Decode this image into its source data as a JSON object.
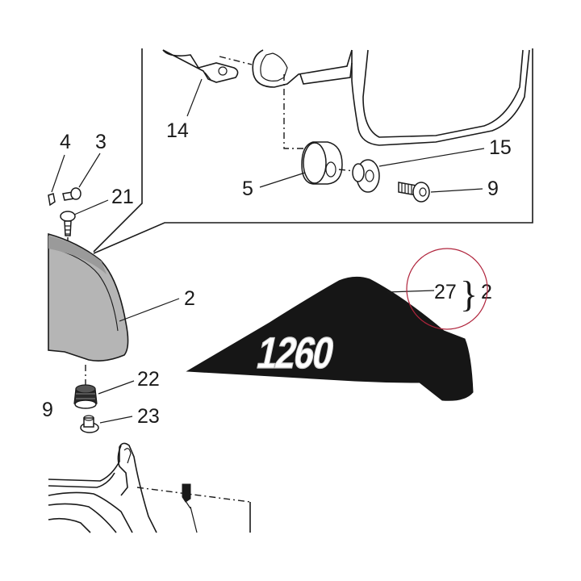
{
  "diagram": {
    "callouts": [
      {
        "id": "c14",
        "label": "14"
      },
      {
        "id": "c15",
        "label": "15"
      },
      {
        "id": "c5",
        "label": "5"
      },
      {
        "id": "c9",
        "label": "9"
      },
      {
        "id": "c4",
        "label": "4"
      },
      {
        "id": "c3",
        "label": "3"
      },
      {
        "id": "c21",
        "label": "21"
      },
      {
        "id": "c2",
        "label": "2"
      },
      {
        "id": "c22",
        "label": "22"
      },
      {
        "id": "c23",
        "label": "23"
      },
      {
        "id": "c9left",
        "label": "9"
      },
      {
        "id": "c27",
        "label": "27"
      },
      {
        "id": "c27group",
        "label": "2"
      }
    ],
    "brace": "}",
    "decal_text": "1260",
    "highlight_color": "#b0243c"
  }
}
